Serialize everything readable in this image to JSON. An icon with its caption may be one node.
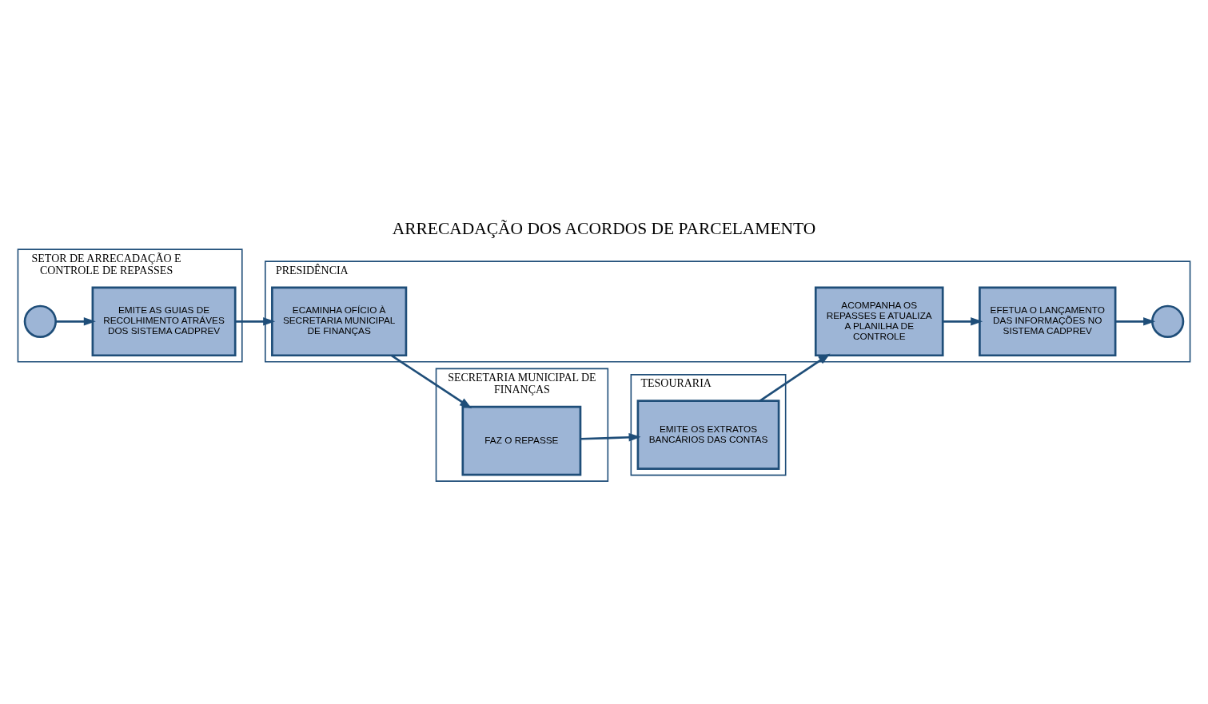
{
  "diagram": {
    "title": "ARRECADAÇÃO DOS ACORDOS DE PARCELAMENTO",
    "nodes": [
      {
        "text": [
          "SETOR DE ARRECADAÇÃO E CONTROLE DE REPASSES"
        ]
      },
      {
        "text": [],
        "shape": "circle",
        "in": 0
      },
      {
        "text": [
          "EMITE AS GUIAS DE RECOLHIMENTO ATRÁVES DOS SISTEMA CADPREV"
        ],
        "in": 0
      },
      {
        "text": [
          "PRESIDÊNCIA"
        ]
      },
      {
        "text": [
          "ECAMINHA OFÍCIO À SECRETARIA MUNICIPAL DE FINANÇAS"
        ],
        "in": 3
      },
      {
        "text": [
          "ACOMPANHA OS REPASSES E ATUALIZA A PLANILHA DE CONTROLE"
        ],
        "in": 3
      },
      {
        "text": [
          "EFETUA O LANÇAMENTO DAS INFORMAÇÕES NO SISTEMA CADPREV"
        ],
        "in": 3
      },
      {
        "text": [],
        "shape": "circle",
        "in": 3
      },
      {
        "text": [
          "SECRETARIA MUNICIPAL DE FINANÇAS"
        ]
      },
      {
        "text": [
          "FAZ O REPASSE"
        ],
        "in": 8
      },
      {
        "text": [
          "TESOURARIA"
        ]
      },
      {
        "text": [
          "EMITE OS EXTRATOS BANCÁRIOS DAS CONTAS"
        ],
        "in": 10
      }
    ],
    "edges": [
      {
        "from": 1,
        "to": 2,
        "arrow": "to"
      },
      {
        "from": 2,
        "to": 4,
        "arrow": "to"
      },
      {
        "from": 4,
        "to": 9,
        "arrow": "to"
      },
      {
        "from": 9,
        "to": 11,
        "arrow": "to"
      },
      {
        "from": 11,
        "to": 5,
        "arrow": "to"
      },
      {
        "from": 5,
        "to": 6,
        "arrow": "to"
      },
      {
        "from": 6,
        "to": 7,
        "arrow": "to"
      }
    ]
  }
}
